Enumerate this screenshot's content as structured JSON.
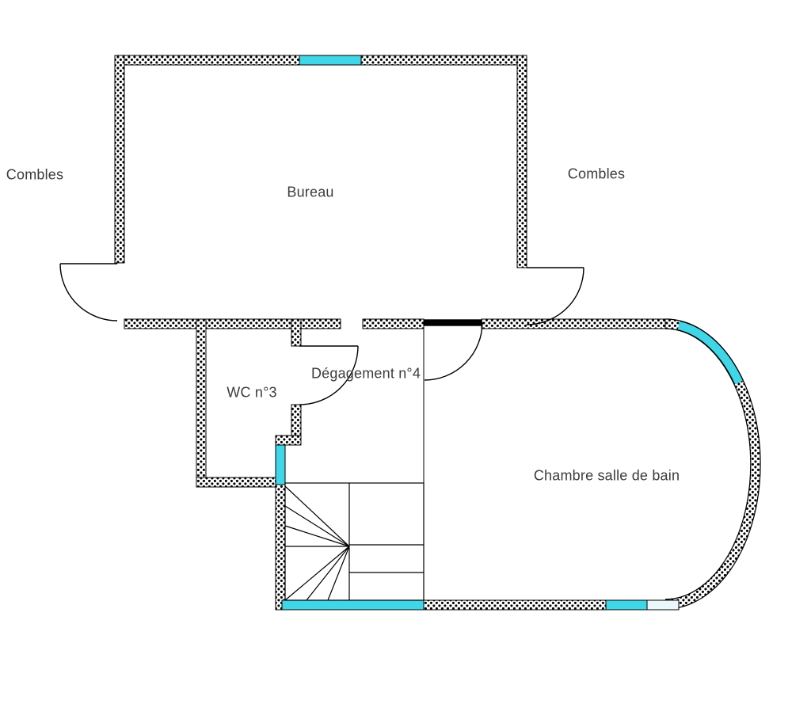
{
  "plan": {
    "type": "floor-plan",
    "rooms": [
      {
        "id": "combles-left",
        "label": "Combles"
      },
      {
        "id": "bureau",
        "label": "Bureau"
      },
      {
        "id": "combles-right",
        "label": "Combles"
      },
      {
        "id": "wc-3",
        "label": "WC n°3"
      },
      {
        "id": "degagement-4",
        "label": "Dégagement n°4"
      },
      {
        "id": "chambre-salle-de-bain",
        "label": "Chambre salle de bain"
      }
    ],
    "colors": {
      "wall_dot": "#000000",
      "window": "#3fd6e7",
      "window_light": "#eaf7fb",
      "background": "#ffffff",
      "label_text": "#3c3c3c"
    }
  }
}
